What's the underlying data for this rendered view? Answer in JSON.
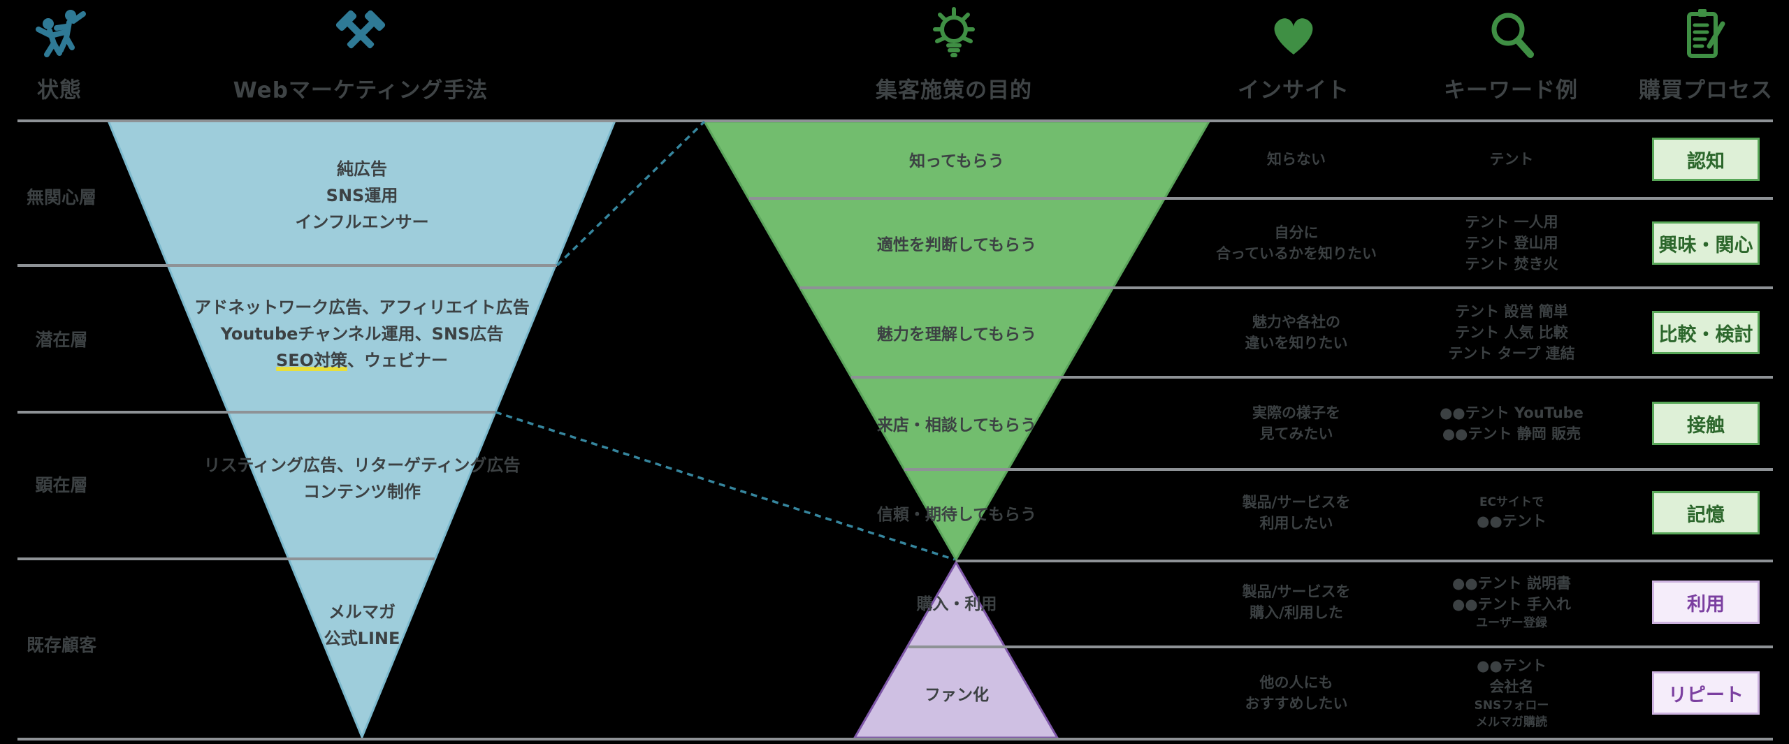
{
  "colors": {
    "background": "#000000",
    "header_text": "#3f4446",
    "text_dark": "#3c4143",
    "teal_icon": "#2f7a96",
    "green_icon": "#3f8f44",
    "line_gray": "#8e9296",
    "blue_fill": "#9ecddb",
    "blue_stroke": "#7cb9cd",
    "green_fill": "#72bd6e",
    "green_stroke": "#5ba55c",
    "purple_fill": "#cfc0e3",
    "purple_stroke": "#7e57a8",
    "dashed_connector": "#36869e",
    "seo_underline": "#e8df3a",
    "badge_green_bg": "#def0d7",
    "badge_green_border": "#58a758",
    "badge_green_text": "#2c672c",
    "badge_purple_bg": "#f5edfa",
    "badge_purple_border": "#cdb3e0",
    "badge_purple_text": "#7b3fa0"
  },
  "header": {
    "columns": [
      {
        "label": "状態",
        "icon": "people-icon"
      },
      {
        "label": "Webマーケティング手法",
        "icon": "hammers-icon"
      },
      {
        "label": "集客施策の目的",
        "icon": "lightbulb-icon"
      },
      {
        "label": "インサイト",
        "icon": "heart-icon"
      },
      {
        "label": "キーワード例",
        "icon": "search-icon"
      },
      {
        "label": "購買プロセス",
        "icon": "clipboard-icon"
      }
    ]
  },
  "status": {
    "labels": [
      "無関心層",
      "潜在層",
      "顕在層",
      "既存顧客"
    ]
  },
  "blue_funnel": {
    "tiers": [
      {
        "lines": [
          "純広告",
          "SNS運用",
          "インフルエンサー"
        ]
      },
      {
        "lines": [
          "アドネットワーク広告、アフィリエイト広告",
          "Youtubeチャンネル運用、SNS広告"
        ],
        "seo_text": "SEO対策",
        "seo_suffix": "、ウェビナー"
      },
      {
        "lines": [
          "リスティング広告、リターゲティング広告",
          "コンテンツ制作"
        ]
      },
      {
        "lines": [
          "メルマガ",
          "公式LINE"
        ]
      }
    ]
  },
  "funnel_rows": [
    {
      "label": "知ってもらう",
      "color": "green"
    },
    {
      "label": "適性を判断してもらう",
      "color": "green"
    },
    {
      "label": "魅力を理解してもらう",
      "color": "green"
    },
    {
      "label": "来店・相談してもらう",
      "color": "green"
    },
    {
      "label": "信頼・期待してもらう",
      "color": "green"
    },
    {
      "label": "購入・利用",
      "color": "purple"
    },
    {
      "label": "ファン化",
      "color": "purple"
    }
  ],
  "insights": [
    {
      "lines": [
        "知らない"
      ]
    },
    {
      "lines": [
        "自分に",
        "合っているかを知りたい"
      ]
    },
    {
      "lines": [
        "魅力や各社の",
        "違いを知りたい"
      ]
    },
    {
      "lines": [
        "実際の様子を",
        "見てみたい"
      ]
    },
    {
      "lines": [
        "製品/サービスを",
        "利用したい"
      ]
    },
    {
      "lines": [
        "製品/サービスを",
        "購入/利用した"
      ]
    },
    {
      "lines": [
        "他の人にも",
        "おすすめしたい"
      ]
    }
  ],
  "keywords": [
    {
      "lines": [
        "テント"
      ]
    },
    {
      "lines": [
        "テント 一人用",
        "テント 登山用",
        "テント 焚き火"
      ]
    },
    {
      "lines": [
        "テント 設営 簡単",
        "テント 人気 比較",
        "テント タープ 連結"
      ]
    },
    {
      "lines": [
        "●●テント YouTube",
        "●●テント 静岡 販売"
      ]
    },
    {
      "lines": [
        "ECサイトで",
        "●●テント"
      ]
    },
    {
      "lines": [
        "●●テント 説明書",
        "●●テント 手入れ",
        "ユーザー登録"
      ]
    },
    {
      "lines": [
        "●●テント",
        "会社名",
        "SNSフォロー",
        "メルマガ購読"
      ]
    }
  ],
  "process": [
    {
      "label": "認知",
      "style": "green"
    },
    {
      "label": "興味・関心",
      "style": "green"
    },
    {
      "label": "比較・検討",
      "style": "green"
    },
    {
      "label": "接触",
      "style": "green"
    },
    {
      "label": "記憶",
      "style": "green"
    },
    {
      "label": "利用",
      "style": "purple"
    },
    {
      "label": "リピート",
      "style": "purple"
    }
  ]
}
